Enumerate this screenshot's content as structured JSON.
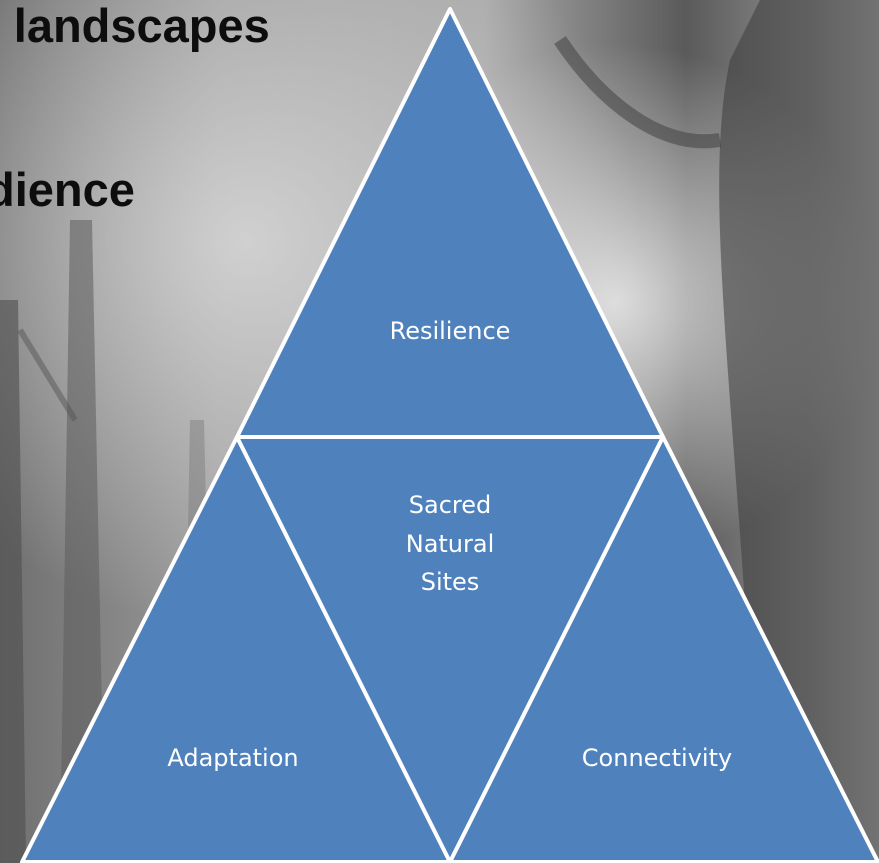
{
  "headings": {
    "line1": "g landscapes",
    "line2": "dience"
  },
  "diagram": {
    "fill_color": "#4f81bd",
    "stroke_color": "#ffffff",
    "top": "Resilience",
    "center_lines": [
      "Sacred",
      "Natural",
      "Sites"
    ],
    "bottom_left": "Adaptation",
    "bottom_right": "Connectivity"
  }
}
